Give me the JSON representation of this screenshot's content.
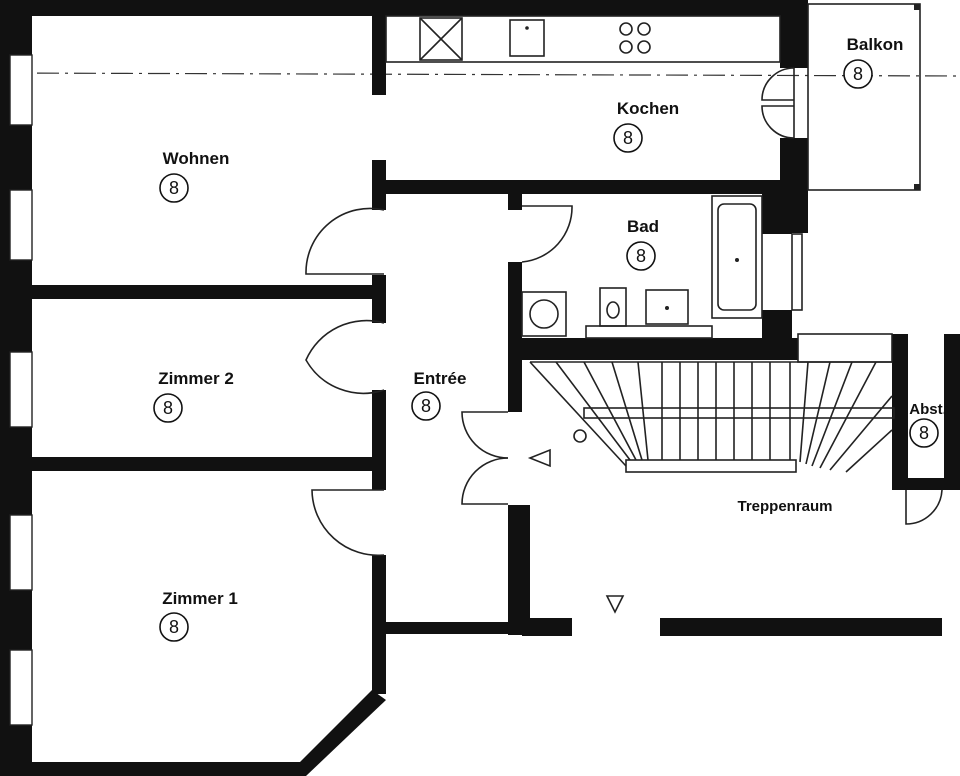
{
  "rooms": {
    "balkon": {
      "label": "Balkon",
      "badge": "8"
    },
    "kochen": {
      "label": "Kochen",
      "badge": "8"
    },
    "wohnen": {
      "label": "Wohnen",
      "badge": "8"
    },
    "bad": {
      "label": "Bad",
      "badge": "8"
    },
    "zimmer2": {
      "label": "Zimmer 2",
      "badge": "8"
    },
    "entree": {
      "label": "Entrée",
      "badge": "8"
    },
    "abst": {
      "label": "Abst.",
      "badge": "8"
    },
    "treppenraum": {
      "label": "Treppenraum"
    },
    "zimmer1": {
      "label": "Zimmer 1",
      "badge": "8"
    }
  }
}
